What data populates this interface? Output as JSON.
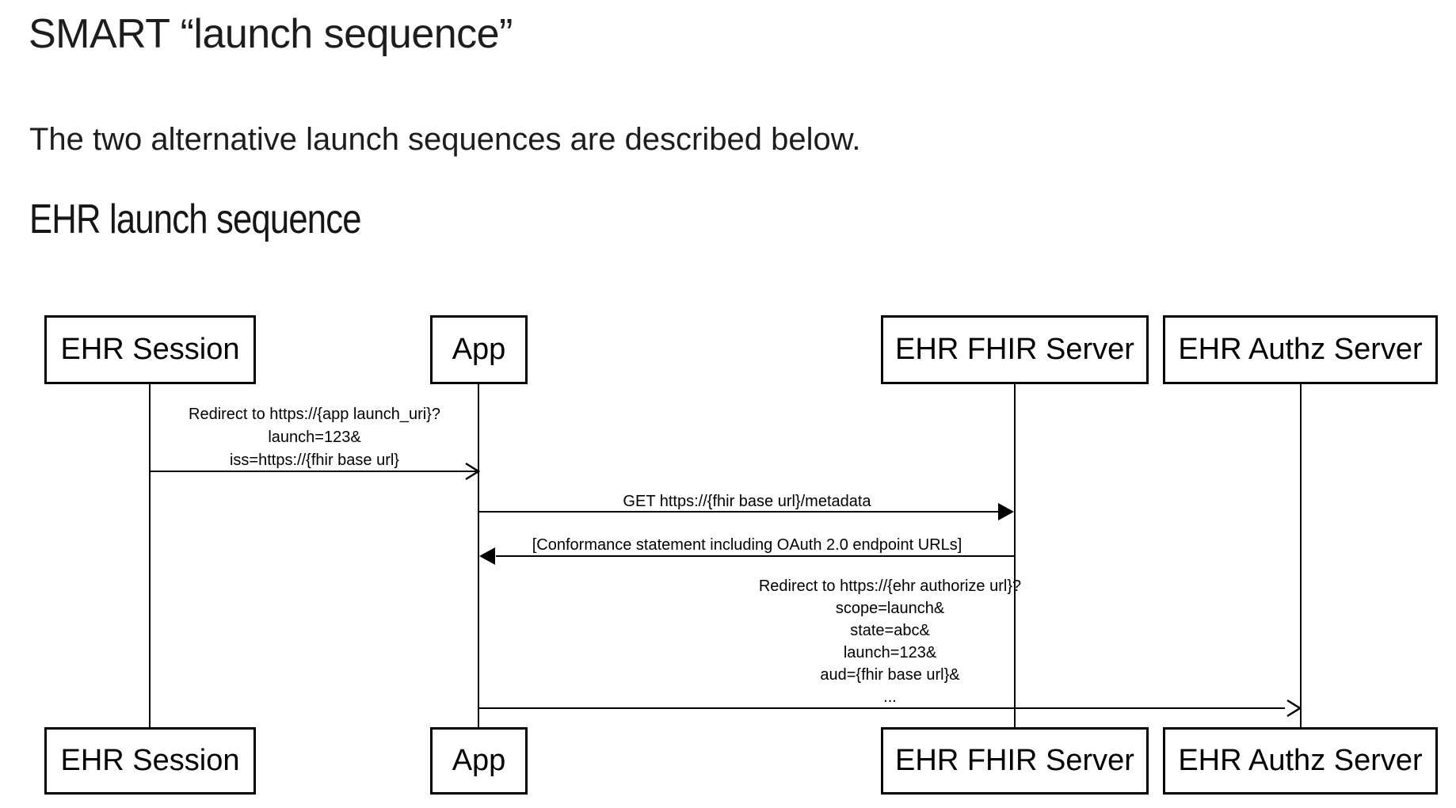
{
  "page": {
    "title": "SMART “launch sequence”",
    "intro": "The two alternative launch sequences are described below.",
    "section_heading": "EHR launch sequence"
  },
  "diagram": {
    "type": "sequence-diagram",
    "stroke_color": "#000000",
    "background_color": "#ffffff",
    "actors": [
      {
        "id": "ehr-session",
        "label": "EHR Session"
      },
      {
        "id": "app",
        "label": "App"
      },
      {
        "id": "ehr-fhir-server",
        "label": "EHR FHIR Server"
      },
      {
        "id": "ehr-authz-server",
        "label": "EHR Authz Server"
      }
    ],
    "messages": [
      {
        "from": "EHR Session",
        "to": "App",
        "arrowhead": "open",
        "lines": [
          "Redirect to https://{app launch_uri}?",
          "launch=123&",
          "iss=https://{fhir base url}"
        ]
      },
      {
        "from": "App",
        "to": "EHR FHIR Server",
        "arrowhead": "filled",
        "lines": [
          "GET https://{fhir base url}/metadata"
        ]
      },
      {
        "from": "EHR FHIR Server",
        "to": "App",
        "arrowhead": "filled",
        "lines": [
          "[Conformance statement including OAuth 2.0 endpoint URLs]"
        ]
      },
      {
        "from": "App",
        "to": "EHR Authz Server",
        "arrowhead": "open",
        "lines": [
          "Redirect to https://{ehr authorize url}?",
          "scope=launch&",
          "state=abc&",
          "launch=123&",
          "aud={fhir base url}&",
          "..."
        ]
      }
    ]
  }
}
